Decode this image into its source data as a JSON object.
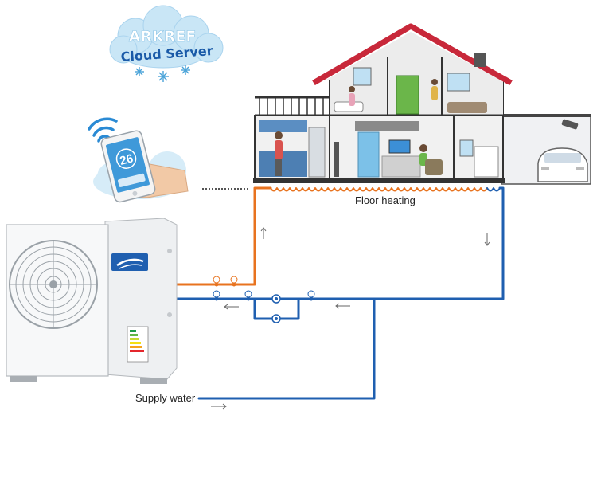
{
  "cloud": {
    "brand": "ARKREF",
    "subtitle": "Cloud Server",
    "color_brand": "#ffffff",
    "color_subtitle": "#1a5aa8"
  },
  "phone": {
    "temperature": "26",
    "icon": "wifi-icon"
  },
  "labels": {
    "floor_heating": "Floor heating",
    "supply_water": "Supply water"
  },
  "colors": {
    "hot_pipe": "#e8731f",
    "cold_pipe": "#1f5fb0",
    "roof": "#c8283a",
    "sky_cloud": "#c9e6f6"
  }
}
